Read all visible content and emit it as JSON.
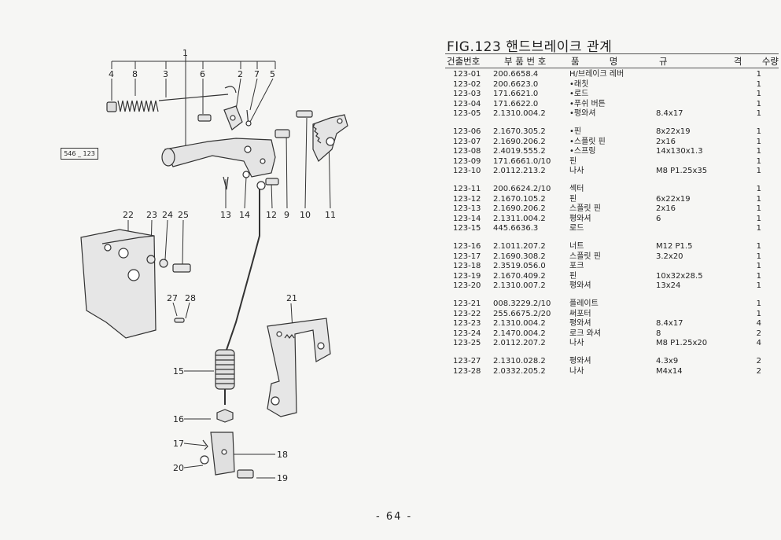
{
  "figure": {
    "title": "FIG.123 핸드브레이크 관계",
    "ref_box": "546 _ 123",
    "callouts": [
      "1",
      "4",
      "8",
      "3",
      "6",
      "2",
      "7",
      "5",
      "13",
      "14",
      "12",
      "9",
      "10",
      "11",
      "22",
      "23",
      "24",
      "25",
      "27",
      "28",
      "21",
      "15",
      "16",
      "17",
      "18",
      "20",
      "19"
    ]
  },
  "table": {
    "headers": {
      "no": "건출번호",
      "part": "부 품 번 호",
      "name": "품 명",
      "spec": "규 격",
      "qty": "수량"
    },
    "rows": [
      {
        "no": "123-01",
        "part": "200.6658.4",
        "name": "H/브레이크 레버",
        "spec": "",
        "qty": "1"
      },
      {
        "no": "123-02",
        "part": "200.6623.0",
        "name": "•래칫",
        "spec": "",
        "qty": "1"
      },
      {
        "no": "123-03",
        "part": "171.6621.0",
        "name": "•로드",
        "spec": "",
        "qty": "1"
      },
      {
        "no": "123-04",
        "part": "171.6622.0",
        "name": "•푸쉬 버튼",
        "spec": "",
        "qty": "1"
      },
      {
        "no": "123-05",
        "part": "2.1310.004.2",
        "name": "•평와셔",
        "spec": "8.4x17",
        "qty": "1"
      },
      {
        "no": "123-06",
        "part": "2.1670.305.2",
        "name": "•핀",
        "spec": "8x22x19",
        "qty": "1"
      },
      {
        "no": "123-07",
        "part": "2.1690.206.2",
        "name": "•스플릿 핀",
        "spec": "2x16",
        "qty": "1"
      },
      {
        "no": "123-08",
        "part": "2.4019.555.2",
        "name": "•스프링",
        "spec": "14x130x1.3",
        "qty": "1"
      },
      {
        "no": "123-09",
        "part": "171.6661.0/10",
        "name": "핀",
        "spec": "",
        "qty": "1"
      },
      {
        "no": "123-10",
        "part": "2.0112.213.2",
        "name": "나사",
        "spec": "M8 P1.25x35",
        "qty": "1"
      },
      {
        "no": "123-11",
        "part": "200.6624.2/10",
        "name": "섹터",
        "spec": "",
        "qty": "1"
      },
      {
        "no": "123-12",
        "part": "2.1670.105.2",
        "name": "핀",
        "spec": "6x22x19",
        "qty": "1"
      },
      {
        "no": "123-13",
        "part": "2.1690.206.2",
        "name": "스플릿 핀",
        "spec": "2x16",
        "qty": "1"
      },
      {
        "no": "123-14",
        "part": "2.1311.004.2",
        "name": "평와셔",
        "spec": "6",
        "qty": "1"
      },
      {
        "no": "123-15",
        "part": "445.6636.3",
        "name": "로드",
        "spec": "",
        "qty": "1"
      },
      {
        "no": "123-16",
        "part": "2.1011.207.2",
        "name": "너트",
        "spec": "M12 P1.5",
        "qty": "1"
      },
      {
        "no": "123-17",
        "part": "2.1690.308.2",
        "name": "스플릿 핀",
        "spec": "3.2x20",
        "qty": "1"
      },
      {
        "no": "123-18",
        "part": "2.3519.056.0",
        "name": "포크",
        "spec": "",
        "qty": "1"
      },
      {
        "no": "123-19",
        "part": "2.1670.409.2",
        "name": "핀",
        "spec": "10x32x28.5",
        "qty": "1"
      },
      {
        "no": "123-20",
        "part": "2.1310.007.2",
        "name": "평와셔",
        "spec": "13x24",
        "qty": "1"
      },
      {
        "no": "123-21",
        "part": "008.3229.2/10",
        "name": "플레이트",
        "spec": "",
        "qty": "1"
      },
      {
        "no": "123-22",
        "part": "255.6675.2/20",
        "name": "써포터",
        "spec": "",
        "qty": "1"
      },
      {
        "no": "123-23",
        "part": "2.1310.004.2",
        "name": "평와셔",
        "spec": "8.4x17",
        "qty": "4"
      },
      {
        "no": "123-24",
        "part": "2.1470.004.2",
        "name": "로크 와셔",
        "spec": "8",
        "qty": "2"
      },
      {
        "no": "123-25",
        "part": "2.0112.207.2",
        "name": "나사",
        "spec": "M8 P1.25x20",
        "qty": "4"
      },
      {
        "no": "123-27",
        "part": "2.1310.028.2",
        "name": "평와셔",
        "spec": "4.3x9",
        "qty": "2"
      },
      {
        "no": "123-28",
        "part": "2.0332.205.2",
        "name": "나사",
        "spec": "M4x14",
        "qty": "2"
      }
    ]
  },
  "page_number": "- 64 -"
}
